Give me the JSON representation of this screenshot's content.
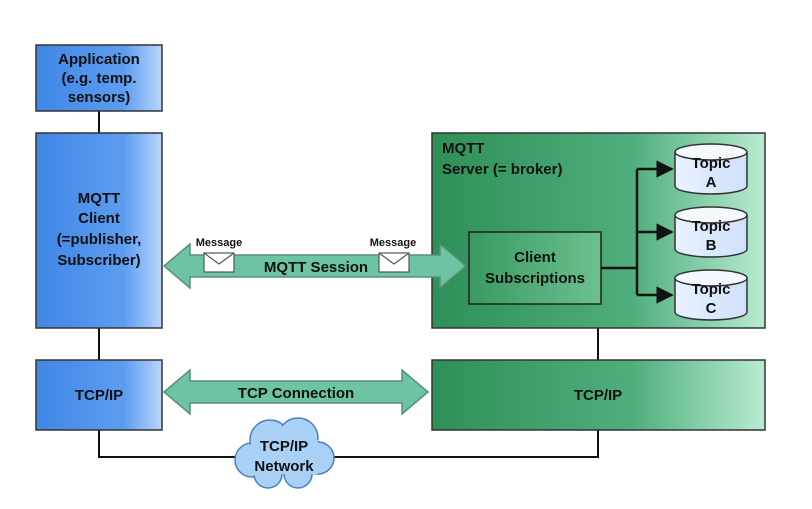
{
  "application": {
    "line1": "Application",
    "line2": "(e.g. temp.",
    "line3": "sensors)"
  },
  "client": {
    "line1": "MQTT",
    "line2": "Client",
    "line3": "(=publisher,",
    "line4": "Subscriber)"
  },
  "server": {
    "line1": "MQTT",
    "line2": "Server (= broker)"
  },
  "subscriptions": {
    "line1": "Client",
    "line2": "Subscriptions"
  },
  "topics": [
    {
      "line1": "Topic",
      "line2": "A"
    },
    {
      "line1": "Topic",
      "line2": "B"
    },
    {
      "line1": "Topic",
      "line2": "C"
    }
  ],
  "mqtt_session": {
    "label": "MQTT Session",
    "message_left": "Message",
    "message_right": "Message"
  },
  "tcp_left": {
    "label": "TCP/IP"
  },
  "tcp_right": {
    "label": "TCP/IP"
  },
  "tcp_connection": {
    "label": "TCP Connection"
  },
  "network": {
    "line1": "TCP/IP",
    "line2": "Network"
  },
  "colors": {
    "blue": "#4a8fe8",
    "green": "#3d9a66",
    "arrow": "#6cc4a2",
    "cloud": "#a9d0f5"
  }
}
